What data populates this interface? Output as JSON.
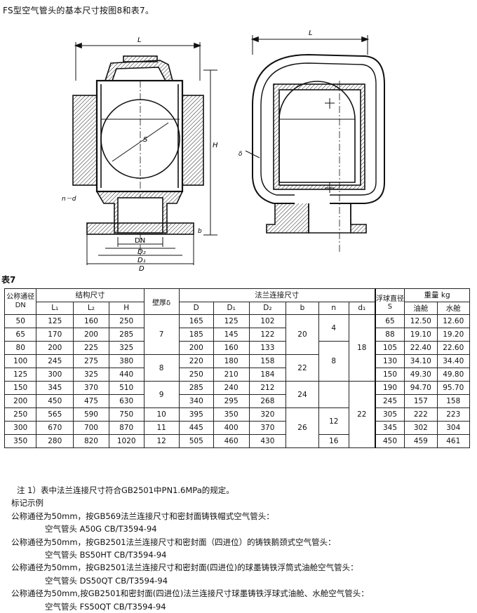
{
  "heading": "FS型空气管头的基本尺寸按图8和表7。",
  "figure_labels": {
    "L_left": "L",
    "L_right": "L",
    "S": "S",
    "H": "H",
    "delta": "δ",
    "b": "b",
    "n_d": "n－d",
    "DN": "DN",
    "D2": "D₂",
    "D1": "D₁",
    "D": "D"
  },
  "table_title": "表7",
  "table": {
    "head": {
      "dn": "公称通径DN",
      "struct": "结构尺寸",
      "wall": "壁厚δ",
      "flange": "法兰连接尺寸",
      "float": "浮球直径S",
      "weight": "重量 kg",
      "L1": "L₁",
      "L2": "L₂",
      "H": "H",
      "D": "D",
      "D1": "D₁",
      "D2": "D₂",
      "b": "b",
      "n": "n",
      "d1": "d₁",
      "oil": "油舱",
      "water": "水舱"
    },
    "rows": [
      {
        "dn": "50",
        "L1": "125",
        "L2": "160",
        "H": "250",
        "D": "165",
        "D1": "125",
        "D2": "102",
        "S": "65",
        "oil": "12.50",
        "water": "12.60"
      },
      {
        "dn": "65",
        "L1": "170",
        "L2": "200",
        "H": "285",
        "D": "185",
        "D1": "145",
        "D2": "122",
        "S": "88",
        "oil": "19.10",
        "water": "19.20"
      },
      {
        "dn": "80",
        "L1": "200",
        "L2": "225",
        "H": "325",
        "D": "200",
        "D1": "160",
        "D2": "133",
        "S": "105",
        "oil": "22.40",
        "water": "22.60"
      },
      {
        "dn": "100",
        "L1": "245",
        "L2": "275",
        "H": "380",
        "D": "220",
        "D1": "180",
        "D2": "158",
        "S": "130",
        "oil": "34.10",
        "water": "34.40"
      },
      {
        "dn": "125",
        "L1": "300",
        "L2": "325",
        "H": "440",
        "D": "250",
        "D1": "210",
        "D2": "184",
        "S": "150",
        "oil": "49.30",
        "water": "49.80"
      },
      {
        "dn": "150",
        "L1": "345",
        "L2": "370",
        "H": "510",
        "D": "285",
        "D1": "240",
        "D2": "212",
        "S": "190",
        "oil": "94.70",
        "water": "95.70"
      },
      {
        "dn": "200",
        "L1": "450",
        "L2": "475",
        "H": "630",
        "D": "340",
        "D1": "295",
        "D2": "268",
        "S": "245",
        "oil": "157",
        "water": "158"
      },
      {
        "dn": "250",
        "L1": "565",
        "L2": "590",
        "H": "750",
        "D": "395",
        "D1": "350",
        "D2": "320",
        "S": "305",
        "oil": "222",
        "water": "223"
      },
      {
        "dn": "300",
        "L1": "670",
        "L2": "700",
        "H": "870",
        "D": "445",
        "D1": "400",
        "D2": "370",
        "S": "345",
        "oil": "302",
        "water": "304"
      },
      {
        "dn": "350",
        "L1": "280",
        "L2": "820",
        "H": "1020",
        "D": "505",
        "D1": "460",
        "D2": "430",
        "S": "450",
        "oil": "459",
        "water": "461"
      }
    ],
    "wall": [
      "7",
      "8",
      "9",
      "10",
      "11",
      "12"
    ],
    "b": [
      "20",
      "22",
      "24",
      "26"
    ],
    "n": [
      "4",
      "8",
      "12",
      "16"
    ],
    "d1": [
      "18",
      "22"
    ]
  },
  "notes": [
    "注  1）表中法兰连接尺寸符合GB2501中PN1.6MPa的规定。",
    "标记示例",
    "公称通径为50mm，按GB569法兰连接尺寸和密封面铸铁帽式空气管头：",
    "空气管头  A50G        CB/T3594-94",
    "公称通径为50mm，按GB2501法兰连接尺寸和密封面（四进位）的铸铁鹅颈式空气管头：",
    "空气管头  BS50HT    CB/T3594-94",
    "公称通径为50mm，按GB2501法兰连接尺寸和密封面(四进位)的球墨铸铁浮筒式油舱空气管头：",
    "空气管头  DS50QT    CB/T3594-94",
    "公称通径为50mm,按GB2501和密封面(四进位)法兰连接尺寸球墨铸铁浮球式油舱、水舱空气管头：",
    "空气管头    FS50QT    CB/T3594-94"
  ]
}
